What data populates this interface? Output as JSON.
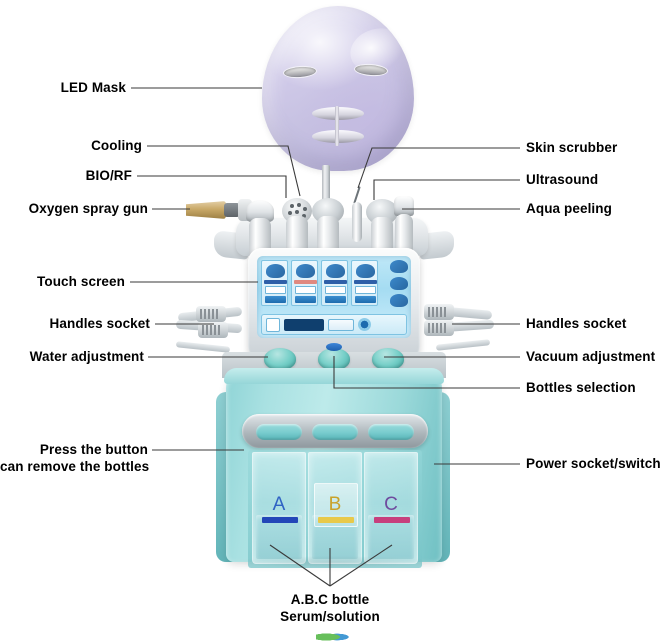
{
  "diagram": {
    "title": "Hydrafacial / Hydrodermabrasion machine annotated parts diagram",
    "background_color": "#ffffff",
    "label_color": "#000000",
    "leader_color": "#3a3a3a"
  },
  "labels": {
    "left": [
      {
        "id": "led-mask",
        "text": "LED Mask"
      },
      {
        "id": "cooling",
        "text": "Cooling"
      },
      {
        "id": "bio-rf",
        "text": "BIO/RF"
      },
      {
        "id": "oxygen-spray",
        "text": "Oxygen spray gun"
      },
      {
        "id": "touch-screen",
        "text": "Touch screen"
      },
      {
        "id": "handles-socket",
        "text": "Handles socket"
      },
      {
        "id": "water-adjust",
        "text": "Water adjustment"
      }
    ],
    "left_multiline": [
      {
        "id": "press-button",
        "line1": "Press the button",
        "line2": "can remove the bottles"
      }
    ],
    "right": [
      {
        "id": "skin-scrubber",
        "text": "Skin scrubber"
      },
      {
        "id": "ultrasound",
        "text": "Ultrasound"
      },
      {
        "id": "aqua-peeling",
        "text": "Aqua peeling"
      },
      {
        "id": "handles-socket-r",
        "text": "Handles socket"
      },
      {
        "id": "vacuum-adjust",
        "text": "Vacuum adjustment"
      },
      {
        "id": "bottles-select",
        "text": "Bottles selection"
      },
      {
        "id": "power-socket",
        "text": "Power socket/switch"
      }
    ],
    "bottom": [
      {
        "id": "abc-bottle",
        "line1": "A.B.C bottle",
        "line2": "Serum/solution"
      }
    ]
  },
  "machine": {
    "mask": {
      "name": "LED light therapy mask",
      "color": "#cfc9e8"
    },
    "body_color": "#9bd9da",
    "screen": {
      "name": "color touch screen",
      "background": "#a5dcf2",
      "tile_count": 4,
      "tile_bar_colors": [
        "#2e5fa8",
        "#e0897f",
        "#2e5fa8",
        "#2e5fa8"
      ],
      "side_icon_count": 3
    },
    "knobs": [
      {
        "id": "water-knob",
        "color": "#76cfc8"
      },
      {
        "id": "bottles-knob",
        "color": "#76cfc8",
        "cap_color": "#2b6fc4"
      },
      {
        "id": "vacuum-knob",
        "color": "#76cfc8"
      }
    ],
    "release_buttons": 3,
    "bottles": [
      {
        "id": "bottle-a",
        "letter": "A",
        "letter_color": "#2f62c4",
        "strip_color": "#2346b8"
      },
      {
        "id": "bottle-b",
        "letter": "B",
        "letter_color": "#c9a22a",
        "strip_color": "#e8c94a"
      },
      {
        "id": "bottle-c",
        "letter": "C",
        "letter_color": "#6f4b9e",
        "strip_color": "#c73f7d"
      }
    ],
    "handpieces": [
      {
        "id": "oxygen-spray-gun"
      },
      {
        "id": "bio-rf-head"
      },
      {
        "id": "cooling-head"
      },
      {
        "id": "aqua-peeling-head"
      },
      {
        "id": "skin-scrubber-wand"
      },
      {
        "id": "ultrasound-head"
      }
    ]
  }
}
